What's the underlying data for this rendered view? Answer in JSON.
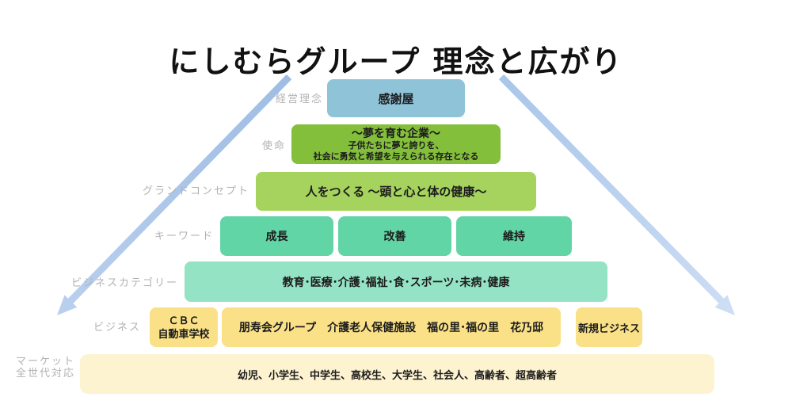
{
  "title": "にしむらグループ 理念と広がり",
  "levels": {
    "philosophy": {
      "label": "経営理念",
      "box": "感謝屋"
    },
    "mission": {
      "label": "使命",
      "line1": "～夢を育む企業～",
      "line2": "子供たちに夢と誇りを、",
      "line3": "社会に勇気と希望を与えられる存在となる"
    },
    "concept": {
      "label": "グランドコンセプト",
      "box": "人をつくる ～頭と心と体の健康～"
    },
    "keywords": {
      "label": "キーワード",
      "box1": "成長",
      "box2": "改善",
      "box3": "維持"
    },
    "categories": {
      "label": "ビジネスカテゴリー",
      "box": "教育･医療･介護･福祉･食･スポーツ･未病･健康"
    },
    "business": {
      "label": "ビジネス",
      "box1_line1": "ＣＢＣ",
      "box1_line2": "自動車学校",
      "box2": "朋寿会グループ　介護老人保健施設　福の里･福の里　花乃邸",
      "box3": "新規ビジネス"
    },
    "market": {
      "label_line1": "マーケット",
      "label_line2": "全世代対応",
      "box": "幼児、小学生、中学生、高校生、大学生、社会人、高齢者、超高齢者"
    }
  },
  "colors": {
    "philosophy_box": "#8fc3d8",
    "mission_box": "#84bf3b",
    "concept_box": "#a5d35e",
    "keywords_box": "#62d5a7",
    "categories_box": "#95e3c5",
    "business_box": "#fae187",
    "market_box": "#fdf3d1",
    "label_text": "#b2b2b2",
    "arrow_top": "#9fbde4",
    "arrow_bottom": "#c5d8f1"
  }
}
